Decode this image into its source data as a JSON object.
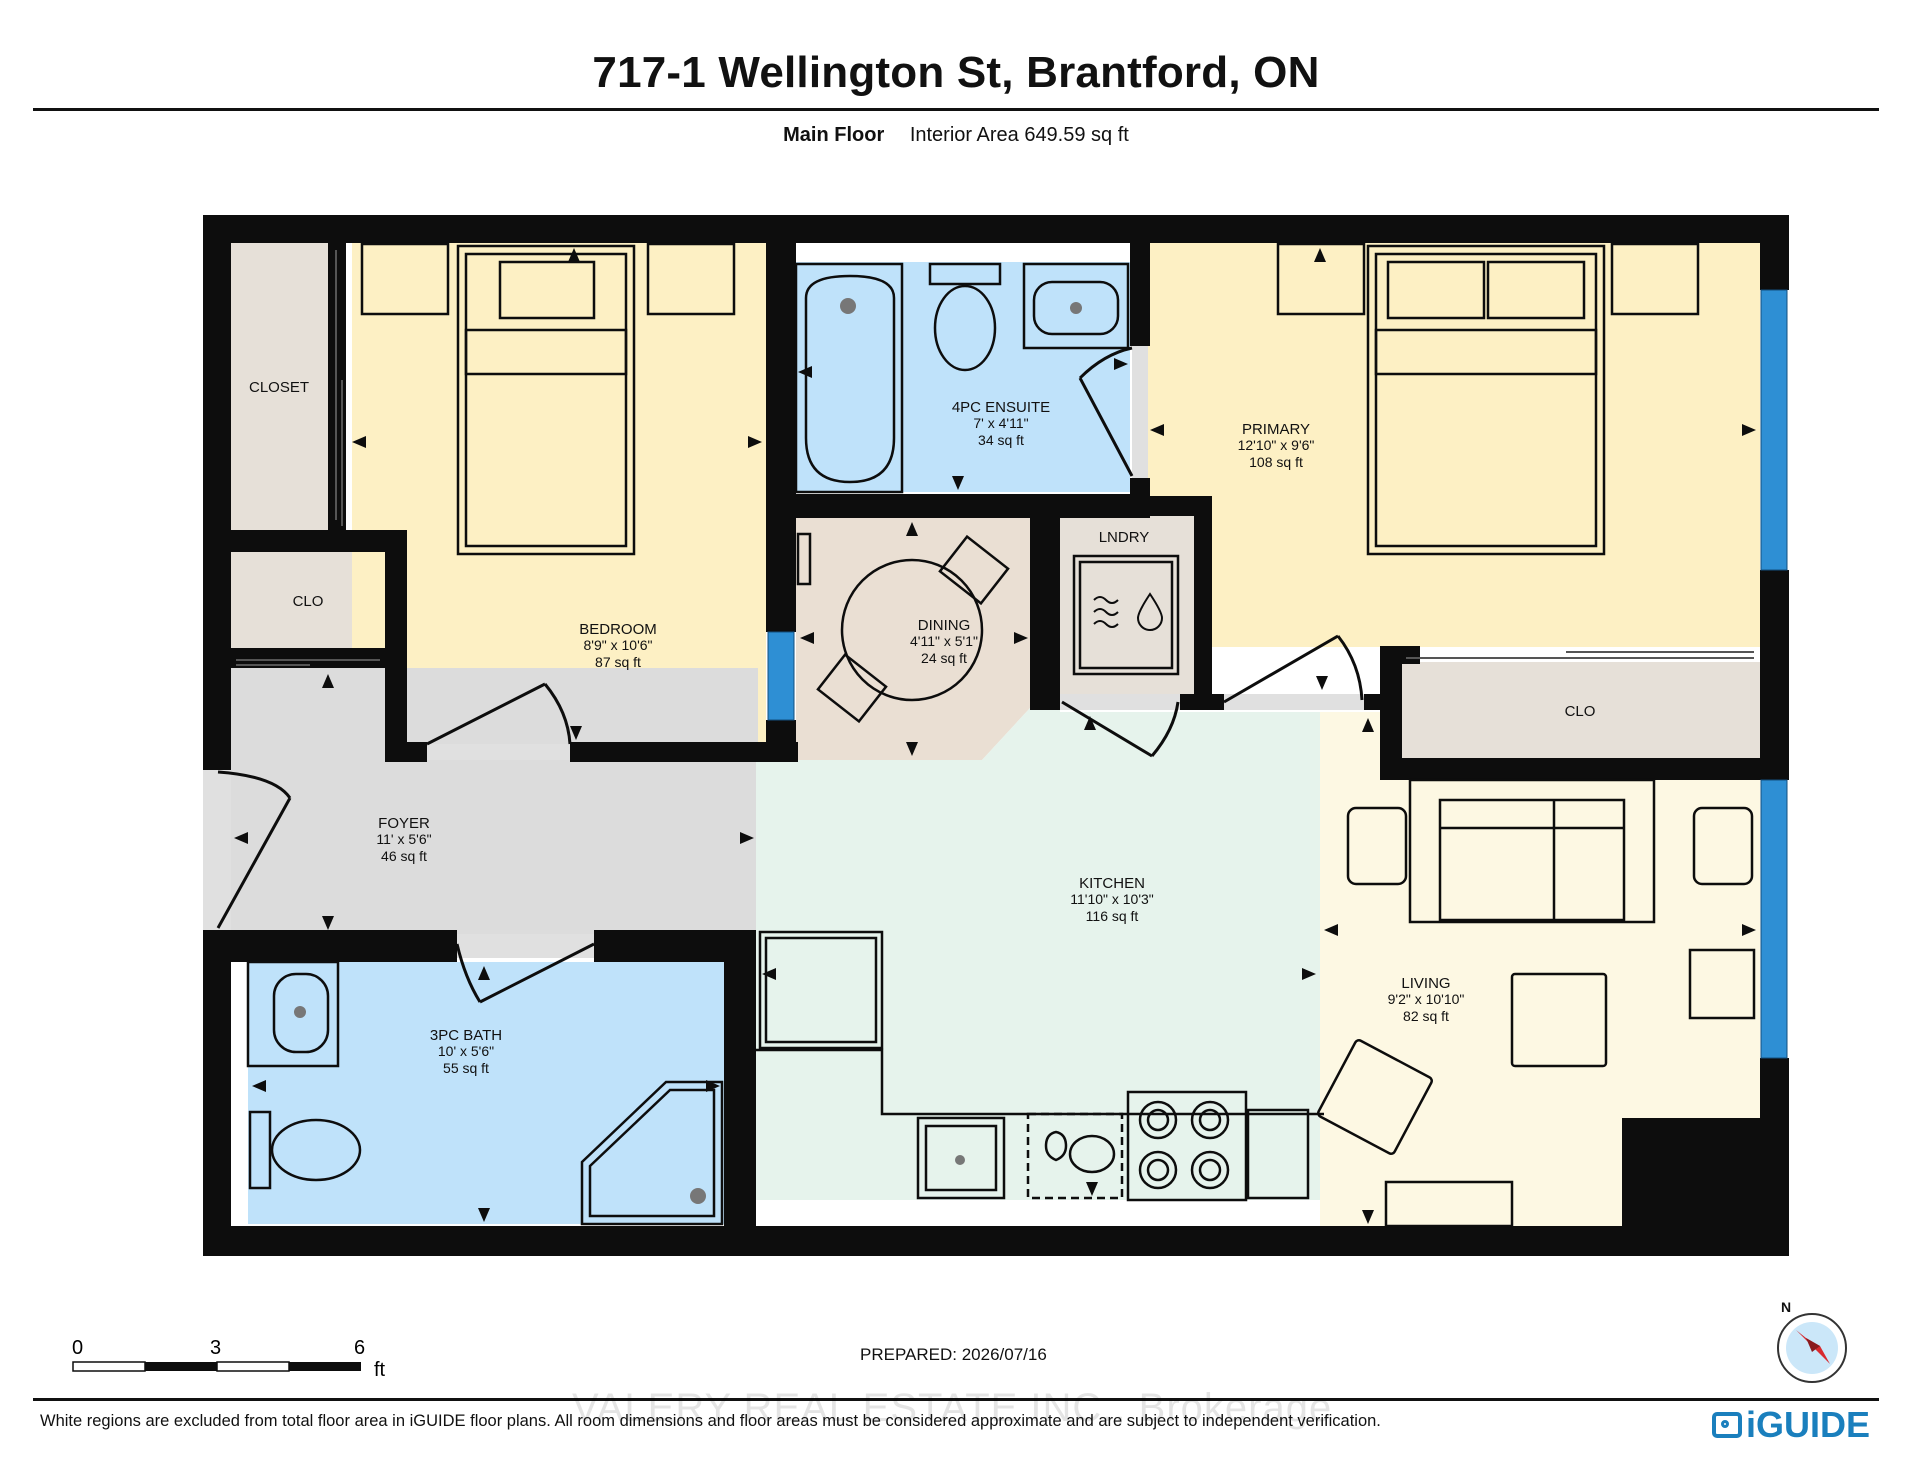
{
  "header": {
    "address": "717-1 Wellington St, Brantford, ON",
    "floor_name": "Main Floor",
    "interior_area": "Interior Area 649.59 sq ft"
  },
  "rooms": {
    "closet": {
      "name": "CLOSET"
    },
    "clo_left": {
      "name": "CLO"
    },
    "bedroom": {
      "name": "BEDROOM",
      "dims": "8'9\" x 10'6\"",
      "area": "87 sq ft"
    },
    "ensuite": {
      "name": "4PC ENSUITE",
      "dims": "7' x 4'11\"",
      "area": "34 sq ft"
    },
    "primary": {
      "name": "PRIMARY",
      "dims": "12'10\" x 9'6\"",
      "area": "108 sq ft"
    },
    "dining": {
      "name": "DINING",
      "dims": "4'11\" x 5'1\"",
      "area": "24 sq ft"
    },
    "laundry": {
      "name": "LNDRY"
    },
    "clo_right": {
      "name": "CLO"
    },
    "foyer": {
      "name": "FOYER",
      "dims": "11' x 5'6\"",
      "area": "46 sq ft"
    },
    "kitchen": {
      "name": "KITCHEN",
      "dims": "11'10\" x 10'3\"",
      "area": "116 sq ft"
    },
    "living": {
      "name": "LIVING",
      "dims": "9'2\" x 10'10\"",
      "area": "82 sq ft"
    },
    "bath": {
      "name": "3PC BATH",
      "dims": "10' x 5'6\"",
      "area": "55 sq ft"
    }
  },
  "scale_bar": {
    "ticks": [
      "0",
      "3",
      "6"
    ],
    "unit": "ft"
  },
  "compass": {
    "label": "N"
  },
  "footer": {
    "prepared": "PREPARED: 2026/07/16",
    "disclaimer": "White regions are excluded from total floor area in iGUIDE floor plans. All room dimensions and floor areas must be considered approximate and are subject to independent verification.",
    "watermark": "VALERY REAL ESTATE INC., Brokerage",
    "brand": "iGUIDE"
  },
  "colors": {
    "wall": "#0d0d0d",
    "bedroom_fill": "#fdf0c4",
    "bath_fill": "#bfe2fa",
    "dining_fill": "#eadfd3",
    "foyer_fill": "#dcdcdc",
    "kitchen_fill": "#e6f3ec",
    "living_fill": "#fdf8e3",
    "closet_fill": "#e6e0d8",
    "window": "#2e8fd4",
    "brand": "#1a7fbd"
  }
}
